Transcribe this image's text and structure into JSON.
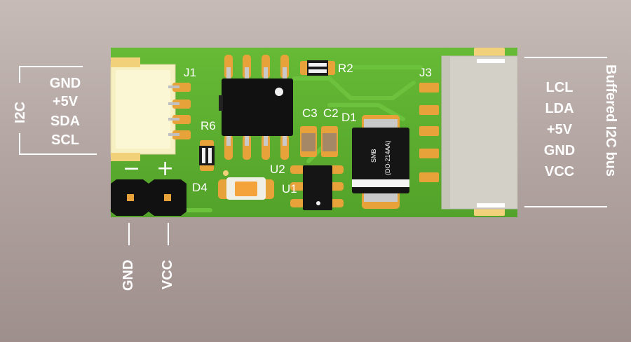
{
  "left_connector": {
    "group_label": "I2C",
    "pins": [
      "GND",
      "+5V",
      "SDA",
      "SCL"
    ]
  },
  "right_connector": {
    "group_label": "Buffered I2C bus",
    "pins": [
      "LCL",
      "LDA",
      "+5V",
      "GND",
      "VCC"
    ]
  },
  "power_header": {
    "minus_sign": "−",
    "plus_sign": "+",
    "pins": [
      "GND",
      "VCC"
    ]
  },
  "designators": {
    "j1": "J1",
    "j3": "J3",
    "r2": "R2",
    "r6": "R6",
    "c3": "C3",
    "c2": "C2",
    "d1": "D1",
    "d4": "D4",
    "u1": "U1",
    "u2": "U2"
  },
  "diode_marking": {
    "line1": "SMB",
    "line2": "(DO-214AA)"
  },
  "colors": {
    "pcb": "#5fb32f",
    "silkscreen": "#ffffff",
    "pad": "#e8a23a",
    "connector": "#f6f0c2",
    "background": "#b8aaa6"
  }
}
